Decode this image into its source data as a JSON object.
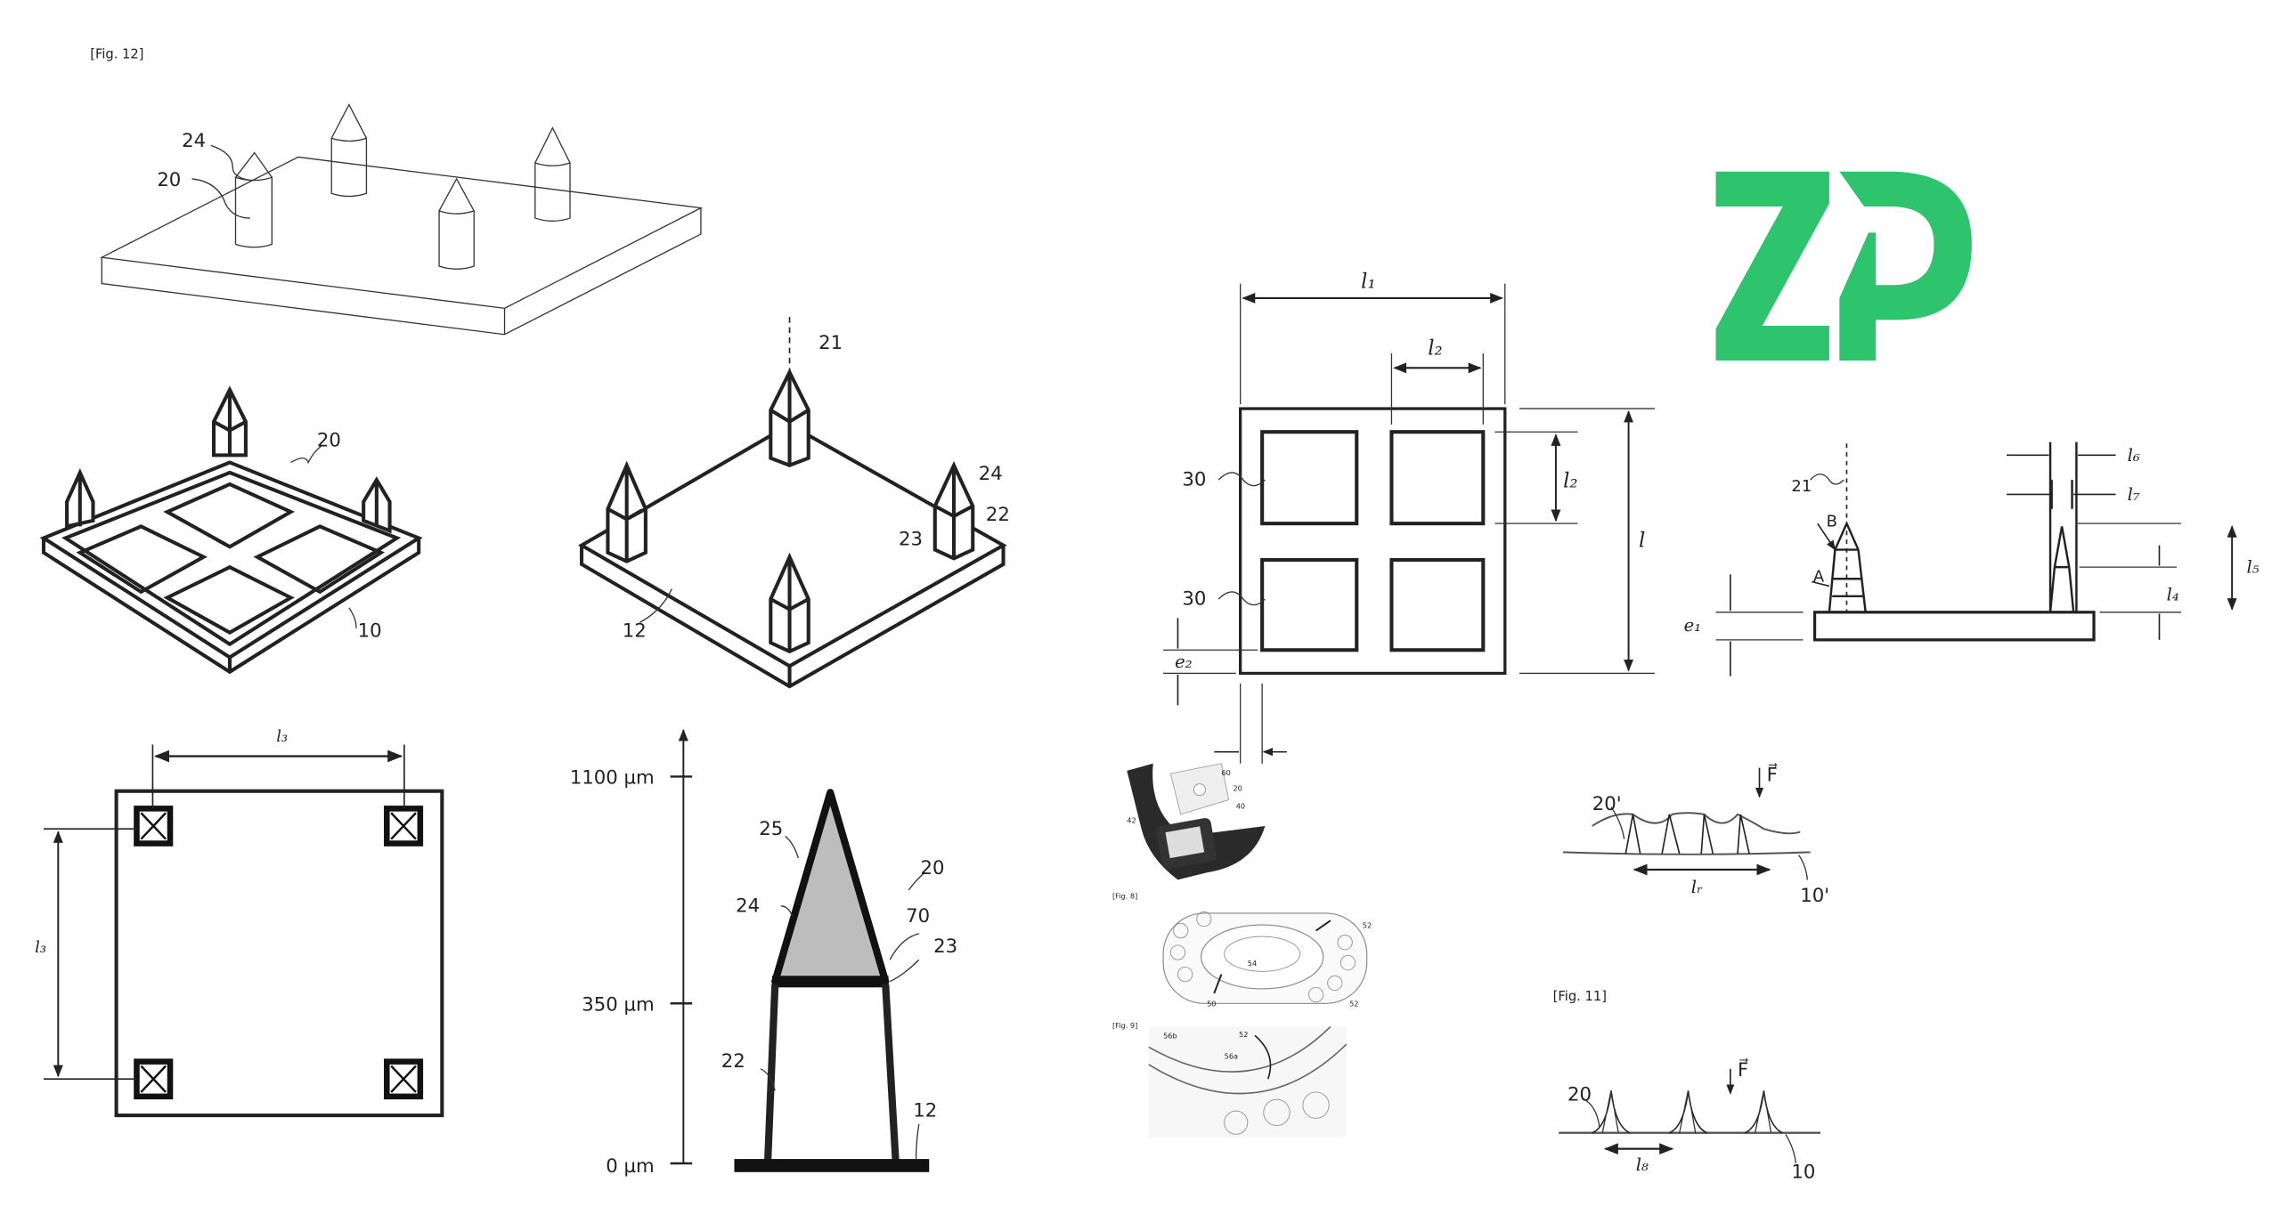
{
  "logo": {
    "text": "ZP",
    "color": "#2EC46D"
  },
  "fig12": {
    "title": "[Fig. 12]",
    "labels": [
      "24",
      "20"
    ]
  },
  "lattice": {
    "labels": [
      "20",
      "10"
    ]
  },
  "posts": {
    "labels": [
      "21",
      "24",
      "22",
      "23",
      "12"
    ]
  },
  "square": {
    "labels": [
      "l₃",
      "l₃"
    ]
  },
  "spike": {
    "axis_ticks": [
      "1100 µm",
      "350 µm",
      "0 µm"
    ],
    "labels": [
      "25",
      "20",
      "24",
      "70",
      "23",
      "22",
      "12"
    ],
    "fill_color": "#BDBDBD"
  },
  "grid": {
    "labels": [
      "l₁",
      "l₂",
      "l₂",
      "l",
      "30",
      "30",
      "e₂"
    ]
  },
  "side": {
    "labels": [
      "l₆",
      "l₇",
      "l₅",
      "l₄",
      "21",
      "B",
      "A",
      "e₁"
    ]
  },
  "photo": {
    "labels": [
      "60",
      "20",
      "40",
      "42"
    ]
  },
  "fig8": {
    "title": "[Fig. 8]",
    "labels": [
      "52",
      "54",
      "50",
      "52"
    ]
  },
  "fig9": {
    "title": "[Fig. 9]",
    "labels": [
      "56b",
      "52",
      "56a"
    ]
  },
  "fig10": {
    "labels": [
      "20'",
      "F⃗",
      "lᵣ",
      "10'"
    ]
  },
  "fig11": {
    "title": "[Fig. 11]",
    "labels": [
      "20",
      "F⃗",
      "l₈",
      "10"
    ]
  }
}
